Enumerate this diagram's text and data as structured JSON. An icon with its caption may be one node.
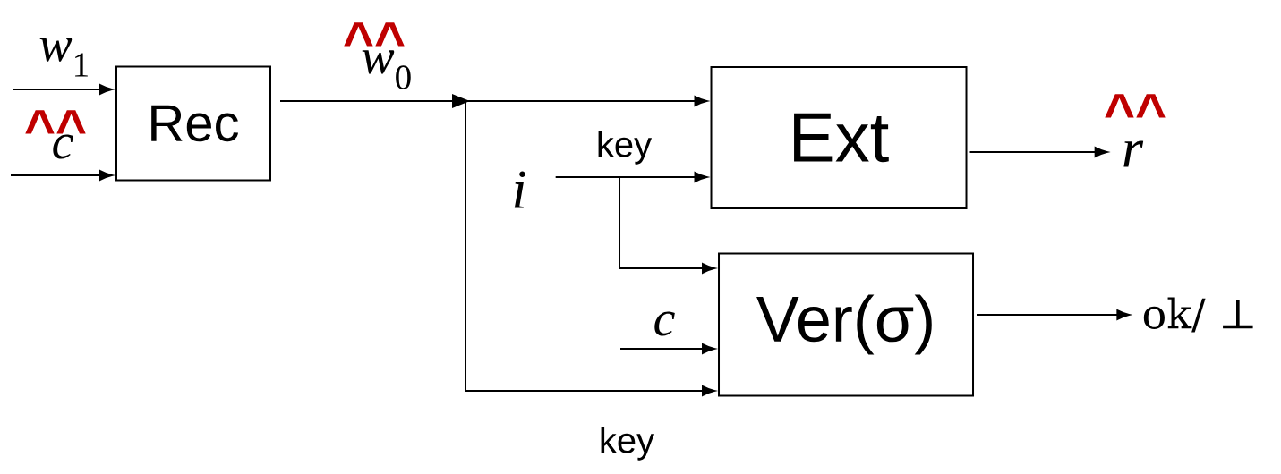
{
  "diagram": {
    "nodes": [
      {
        "text": [
          "Rec"
        ]
      },
      {
        "text": [
          "Ext"
        ]
      },
      {
        "text": [
          "Ver(σ)"
        ]
      },
      {
        "text": [
          "*i*"
        ]
      },
      {
        "text": [
          "*r*"
        ]
      },
      {
        "text": [
          "ok/ ⊥"
        ]
      }
    ],
    "edges": [
      {
        "from": null,
        "to": 0,
        "arrow": "to",
        "label": "*w*$_{1}$"
      },
      {
        "from": null,
        "to": 0,
        "arrow": "to",
        "label": "*c*"
      },
      {
        "from": 0,
        "to": 1,
        "arrow": "to",
        "label": "*w*$_{0}$"
      },
      {
        "from": 0,
        "to": 2,
        "arrow": "to",
        "label": "key"
      },
      {
        "from": 3,
        "to": 1,
        "arrow": "to",
        "label": "key"
      },
      {
        "from": 3,
        "to": 2,
        "arrow": "to"
      },
      {
        "from": null,
        "to": 2,
        "arrow": "to",
        "label": "*c*"
      },
      {
        "from": 1,
        "to": 4,
        "arrow": "to"
      },
      {
        "from": 2,
        "to": 5,
        "arrow": "to"
      }
    ],
    "labels": [
      "^^",
      "^^",
      "^^"
    ]
  }
}
